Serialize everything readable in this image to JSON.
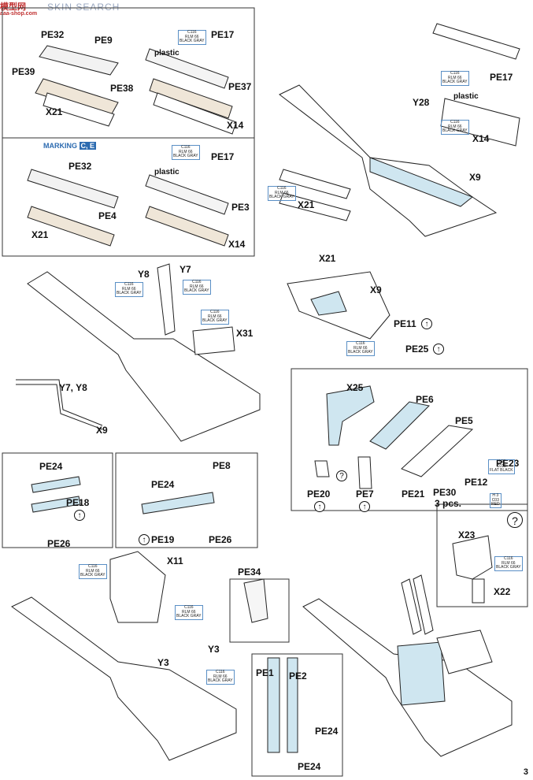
{
  "header": {
    "logo_text": "模型网",
    "logo_sub": "aaa-shop.com",
    "watermark": "SKIN SEARCH"
  },
  "panel_a": {
    "labels": [
      "PE32",
      "PE9",
      "PE39",
      "PE38",
      "X21",
      "PE17",
      "plastic",
      "PE37",
      "X14"
    ],
    "paint": "C116\nRLM 66\nBLACK GRAY"
  },
  "panel_b": {
    "marking_label": "MARKING",
    "marking_codes": "C, E",
    "labels": [
      "PE32",
      "PE4",
      "X21",
      "PE17",
      "plastic",
      "PE3",
      "X14"
    ],
    "paint": "C116\nRLM 66\nBLACK GRAY"
  },
  "panel_c": {
    "labels": [
      "PE17",
      "plastic",
      "X14",
      "Y28",
      "X9",
      "X21"
    ],
    "paint": "C116\nRLM 66\nBLACK GRAY"
  },
  "panel_d": {
    "labels": [
      "Y8",
      "Y7",
      "X31",
      "Y7, Y8",
      "X9"
    ],
    "paint": "C116\nRLM 66\nBLACK GRAY"
  },
  "panel_e": {
    "labels": [
      "X21",
      "X9",
      "PE11",
      "PE25"
    ],
    "paint": "C116\nRLM 66\nBLACK GRAY"
  },
  "panel_f": {
    "labels": [
      "X25",
      "PE6",
      "PE5",
      "PE23",
      "PE20",
      "PE7",
      "PE21",
      "PE12",
      "PE30",
      "3 pcs."
    ],
    "paint1": "H 12\nC018\nFLAT BLACK",
    "paint2": "H 3\nC03\nRED"
  },
  "panel_g": {
    "labels": [
      "PE24",
      "PE18",
      "PE26"
    ]
  },
  "panel_h": {
    "labels": [
      "PE8",
      "PE24",
      "PE19",
      "PE26"
    ]
  },
  "panel_i": {
    "labels": [
      "X23",
      "X22"
    ],
    "paint": "C116\nRLM 66\nBLACK GRAY"
  },
  "bottom": {
    "labels": [
      "X11",
      "PE34",
      "Y3",
      "Y3",
      "PE1",
      "PE2",
      "PE24",
      "PE24"
    ],
    "paint": "C116\nRLM 66\nBLACK GRAY"
  },
  "symbols": {
    "bend": "↑",
    "question": "?"
  },
  "page_number": "3"
}
